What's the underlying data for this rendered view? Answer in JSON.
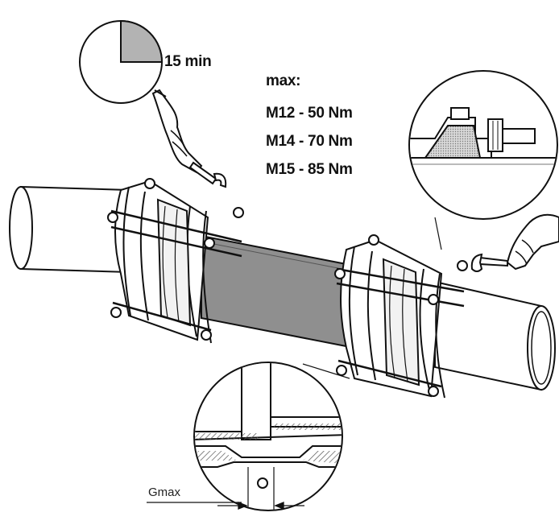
{
  "timer": {
    "label": "15 min",
    "fraction": 0.25,
    "fill_color": "#b3b3b3"
  },
  "torque": {
    "title": "max:",
    "values": [
      "M12 - 50 Nm",
      "M14 - 70 Nm",
      "M15 - 85 Nm"
    ]
  },
  "detail": {
    "gap_label": "Gmax"
  },
  "colors": {
    "line": "#111111",
    "shade": "#8f8f8f",
    "light": "#c8c8c8",
    "background": "#ffffff"
  }
}
